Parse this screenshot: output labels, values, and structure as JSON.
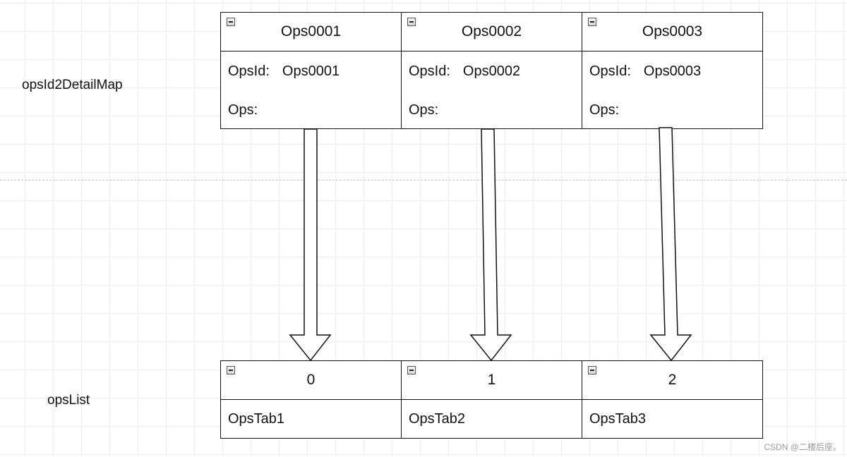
{
  "top_row": {
    "label": "opsId2DetailMap",
    "containers": [
      {
        "title": "Ops0001",
        "fields": [
          {
            "key": "OpsId:",
            "value": "Ops0001"
          },
          {
            "key": "Ops:",
            "value": ""
          }
        ]
      },
      {
        "title": "Ops0002",
        "fields": [
          {
            "key": "OpsId:",
            "value": "Ops0002"
          },
          {
            "key": "Ops:",
            "value": ""
          }
        ]
      },
      {
        "title": "Ops0003",
        "fields": [
          {
            "key": "OpsId:",
            "value": "Ops0003"
          },
          {
            "key": "Ops:",
            "value": ""
          }
        ]
      }
    ]
  },
  "bottom_row": {
    "label": "opsList",
    "containers": [
      {
        "title": "0",
        "fields": [
          {
            "key": "OpsTab1"
          }
        ]
      },
      {
        "title": "1",
        "fields": [
          {
            "key": "OpsTab2"
          }
        ]
      },
      {
        "title": "2",
        "fields": [
          {
            "key": "OpsTab3"
          }
        ]
      }
    ]
  },
  "watermark": "CSDN @二楼后座。"
}
